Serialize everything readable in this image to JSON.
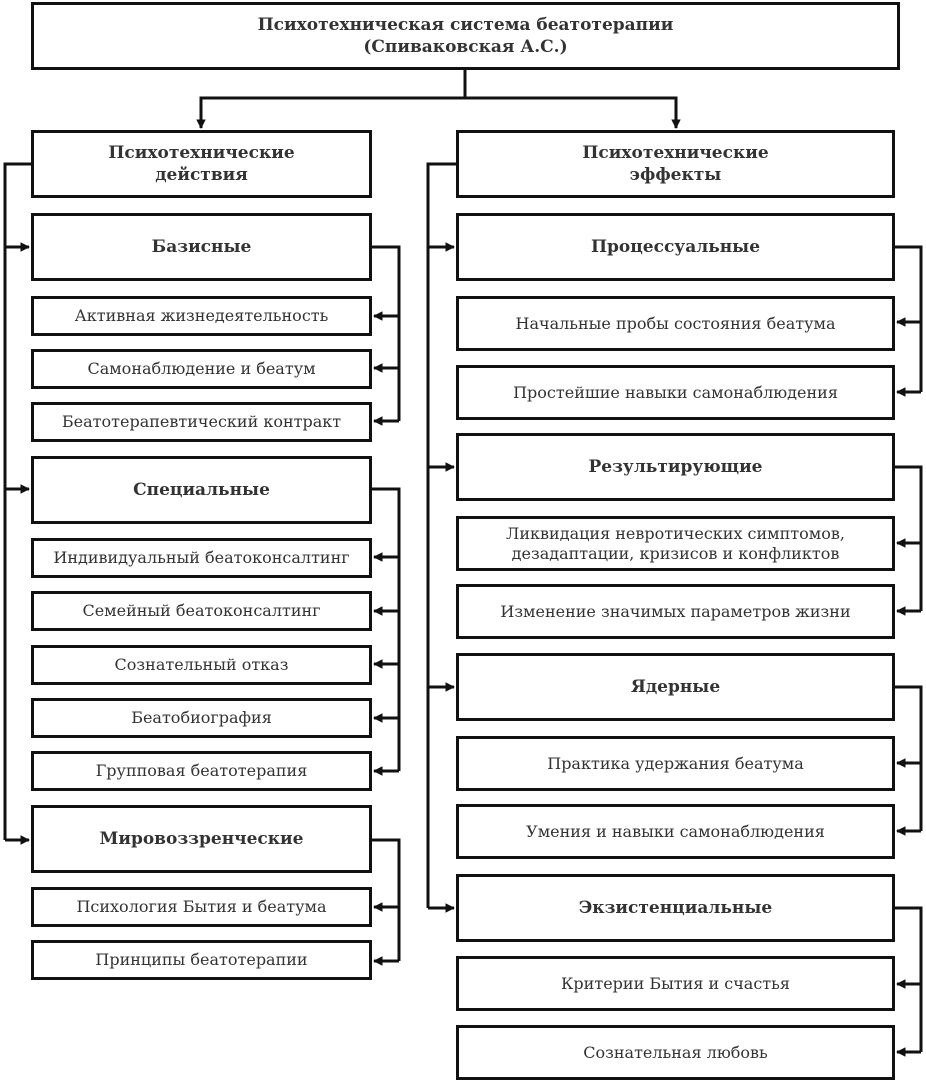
{
  "title": {
    "line1": "Психотехническая система беатотерапии",
    "line2": "(Спиваковская А.С.)"
  },
  "left": {
    "header": {
      "line1": "Психотехнические",
      "line2": "действия"
    },
    "groups": [
      {
        "label": "Базисные",
        "items": [
          "Активная жизнедеятельность",
          "Самонаблюдение и беатум",
          "Беатотерапевтический контракт"
        ]
      },
      {
        "label": "Специальные",
        "items": [
          "Индивидуальный беатоконсалтинг",
          "Семейный беатоконсалтинг",
          "Сознательный отказ",
          "Беатобиография",
          "Групповая беатотерапия"
        ]
      },
      {
        "label": "Мировоззренческие",
        "items": [
          "Психология Бытия и беатума",
          "Принципы беатотерапии"
        ]
      }
    ]
  },
  "right": {
    "header": {
      "line1": "Психотехнические",
      "line2": "эффекты"
    },
    "groups": [
      {
        "label": "Процессуальные",
        "items": [
          "Начальные пробы состояния беатума",
          "Простейшие навыки самонаблюдения"
        ]
      },
      {
        "label": "Результирующие",
        "items": [
          {
            "line1": "Ликвидация невротических симптомов,",
            "line2": "дезадаптации, кризисов и конфликтов"
          },
          "Изменение значимых параметров жизни"
        ]
      },
      {
        "label": "Ядерные",
        "items": [
          "Практика удержания беатума",
          "Умения и навыки самонаблюдения"
        ]
      },
      {
        "label": "Экзистенциальные",
        "items": [
          "Критерии Бытия и счастья",
          "Сознательная любовь"
        ]
      }
    ]
  }
}
